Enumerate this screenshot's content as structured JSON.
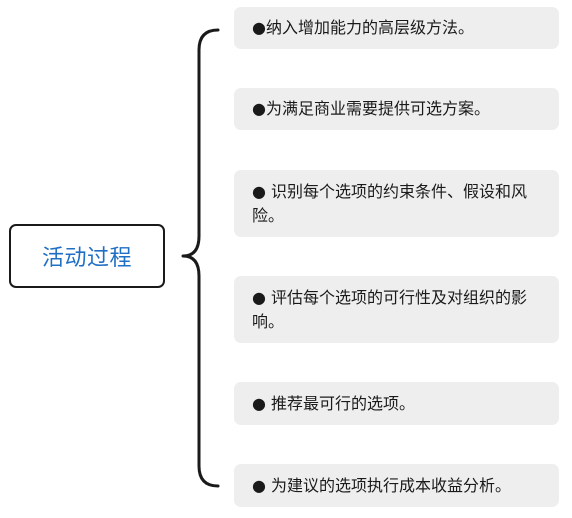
{
  "root": {
    "label": "活动过程",
    "label_color": "#1f6fc4",
    "border_color": "#1a1a1a"
  },
  "leaves": [
    {
      "text": "●纳入增加能力的高层级方法。"
    },
    {
      "text": "●为满足商业需要提供可选方案。"
    },
    {
      "text": "● 识别每个选项的约束条件、假设和风险。"
    },
    {
      "text": "● 评估每个选项的可行性及对组织的影响。"
    },
    {
      "text": "● 推荐最可行的选项。"
    },
    {
      "text": "● 为建议的选项执行成本收益分析。"
    }
  ],
  "colors": {
    "leaf_background": "#eeeeee",
    "connector": "#1a1a1a"
  }
}
